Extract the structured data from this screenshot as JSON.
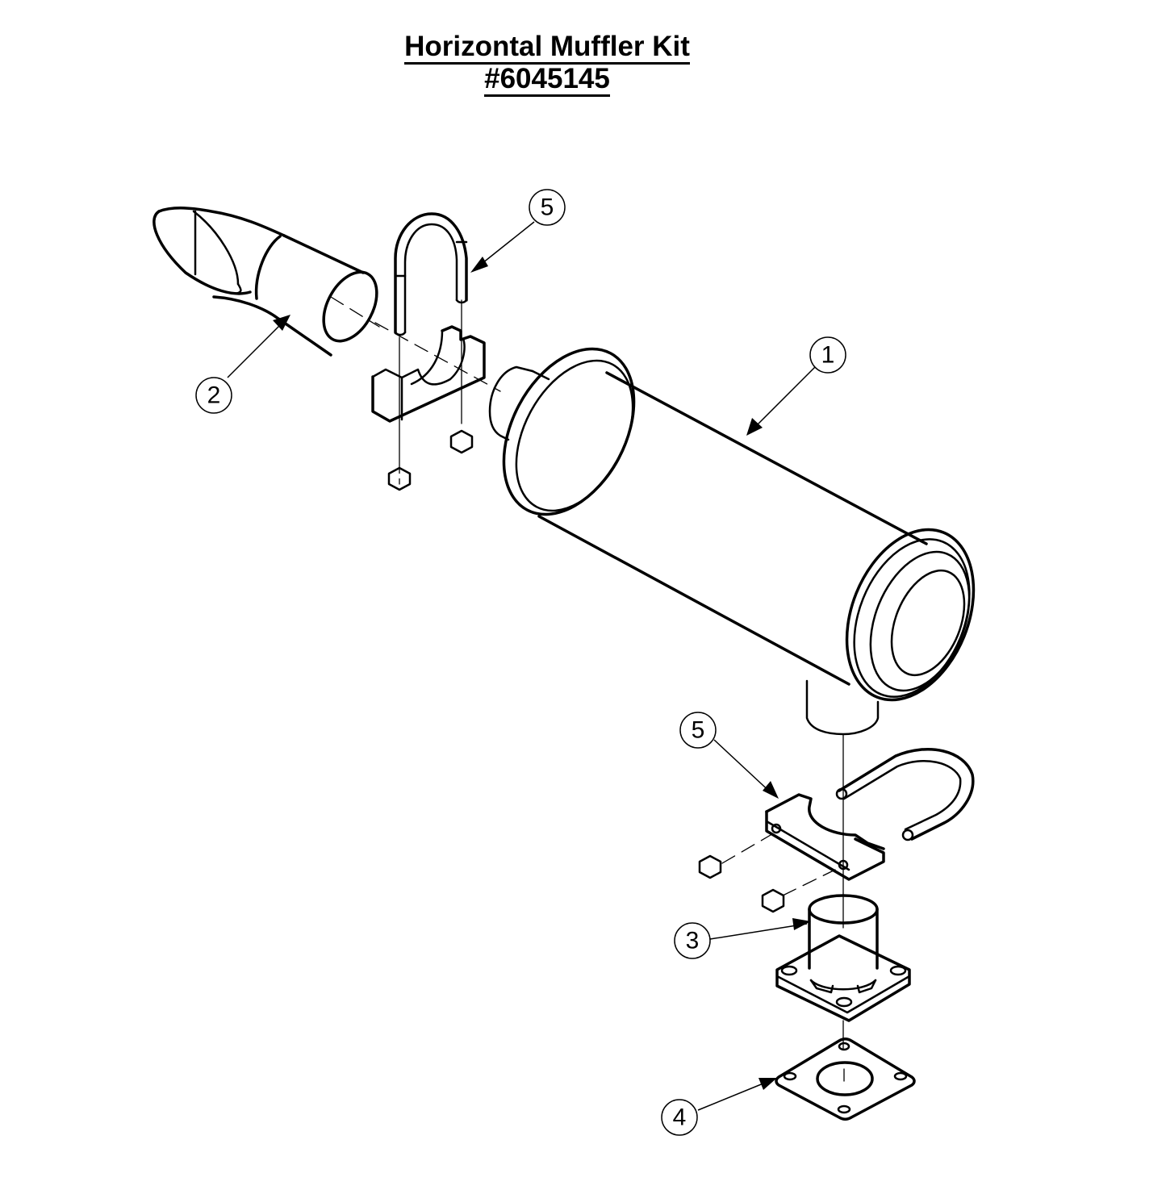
{
  "title": {
    "line1": "Horizontal Muffler Kit",
    "line2": "#6045145"
  },
  "callouts": [
    {
      "id": "1",
      "label": "1",
      "part": "muffler"
    },
    {
      "id": "2",
      "label": "2",
      "part": "curved-exhaust-tip"
    },
    {
      "id": "3",
      "label": "3",
      "part": "flanged-pipe-adapter"
    },
    {
      "id": "4",
      "label": "4",
      "part": "flange-gasket"
    },
    {
      "id": "5a",
      "label": "5",
      "part": "u-bolt-clamp-upper"
    },
    {
      "id": "5b",
      "label": "5",
      "part": "u-bolt-clamp-lower"
    }
  ],
  "colors": {
    "line": "#000000",
    "background": "#ffffff"
  }
}
